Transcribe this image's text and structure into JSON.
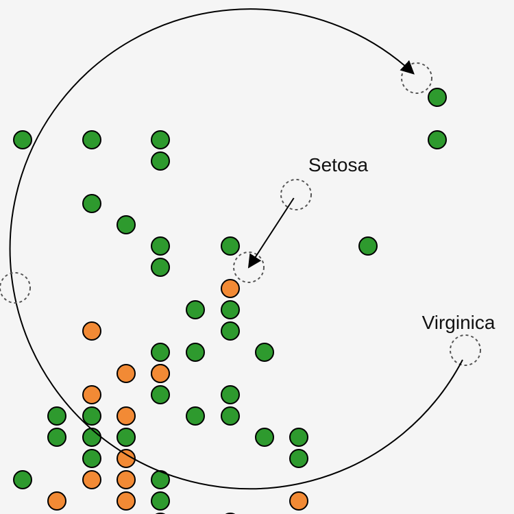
{
  "chart_data": {
    "type": "scatter",
    "colors": {
      "green": "#2e9a2e",
      "orange": "#f28a35",
      "background": "#f5f5f5"
    },
    "xlim": [
      0,
      15
    ],
    "ylim": [
      0,
      15
    ],
    "series": [
      {
        "color_key": "green",
        "points": [
          [
            0.66,
            10.92
          ],
          [
            2.68,
            10.92
          ],
          [
            4.68,
            10.92
          ],
          [
            4.68,
            10.3
          ],
          [
            12.76,
            12.16
          ],
          [
            12.76,
            10.92
          ],
          [
            2.68,
            9.06
          ],
          [
            3.68,
            8.44
          ],
          [
            4.68,
            7.82
          ],
          [
            6.72,
            7.82
          ],
          [
            10.74,
            7.82
          ],
          [
            4.68,
            7.2
          ],
          [
            5.7,
            5.96
          ],
          [
            6.72,
            5.96
          ],
          [
            6.72,
            5.34
          ],
          [
            4.68,
            4.72
          ],
          [
            5.7,
            4.72
          ],
          [
            7.72,
            4.72
          ],
          [
            4.68,
            4.1
          ],
          [
            4.68,
            3.48
          ],
          [
            6.72,
            3.48
          ],
          [
            1.66,
            2.86
          ],
          [
            2.68,
            2.86
          ],
          [
            5.7,
            2.86
          ],
          [
            6.72,
            2.86
          ],
          [
            1.66,
            2.24
          ],
          [
            2.68,
            2.24
          ],
          [
            3.68,
            2.24
          ],
          [
            7.72,
            2.24
          ],
          [
            8.72,
            2.24
          ],
          [
            2.68,
            1.62
          ],
          [
            8.72,
            1.62
          ],
          [
            0.66,
            1.0
          ],
          [
            4.68,
            1.0
          ],
          [
            4.68,
            0.38
          ]
        ]
      },
      {
        "color_key": "orange",
        "points": [
          [
            6.72,
            6.58
          ],
          [
            2.68,
            5.34
          ],
          [
            3.68,
            4.1
          ],
          [
            4.68,
            4.1
          ],
          [
            2.68,
            3.48
          ],
          [
            3.68,
            2.86
          ],
          [
            3.68,
            1.62
          ],
          [
            2.68,
            1.0
          ],
          [
            3.68,
            1.0
          ],
          [
            1.66,
            0.38
          ],
          [
            3.68,
            0.38
          ],
          [
            8.72,
            0.38
          ]
        ]
      },
      {
        "color_key": "white",
        "points": [
          [
            4.68,
            -0.24
          ],
          [
            6.72,
            -0.24
          ]
        ]
      }
    ],
    "annotations": [
      {
        "id": "setosa",
        "text": "Setosa",
        "text_pos": [
          9.87,
          10.0
        ],
        "arrow_from": [
          8.64,
          9.32
        ],
        "arrow_to": [
          7.26,
          7.2
        ],
        "style": "straight-arrow"
      },
      {
        "id": "virginica",
        "text": "Virginica",
        "text_pos": [
          13.38,
          5.4
        ],
        "arrow_from": [
          13.58,
          4.78
        ],
        "arrow_to": [
          12.16,
          12.72
        ],
        "style": "arc-arrow"
      }
    ]
  }
}
